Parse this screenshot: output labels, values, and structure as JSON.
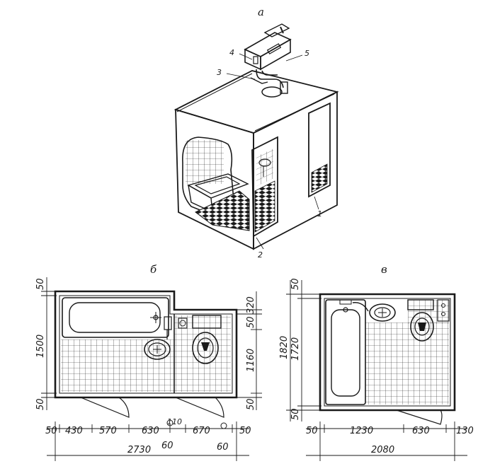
{
  "panels": {
    "a": {
      "label": "а"
    },
    "b": {
      "label": "б"
    },
    "v": {
      "label": "в"
    }
  },
  "callouts": [
    "1",
    "2",
    "3",
    "4",
    "5"
  ],
  "plan_b": {
    "dims_bottom": [
      "50",
      "430",
      "570",
      "630",
      "110",
      "670",
      "50"
    ],
    "dims_small": [
      "60",
      "60"
    ],
    "total_width": "2730",
    "dims_left": [
      "50",
      "1500",
      "50"
    ],
    "dims_right": [
      "320",
      "50",
      "1160",
      "50"
    ]
  },
  "plan_v": {
    "dims_bottom": [
      "50",
      "1230",
      "630",
      "130"
    ],
    "total_width": "2080",
    "dims_left_outer": "1820",
    "dims_left_inner": [
      "50",
      "1720",
      "50"
    ]
  },
  "colors": {
    "ink": "#1a1a1a",
    "paper": "#ffffff"
  }
}
